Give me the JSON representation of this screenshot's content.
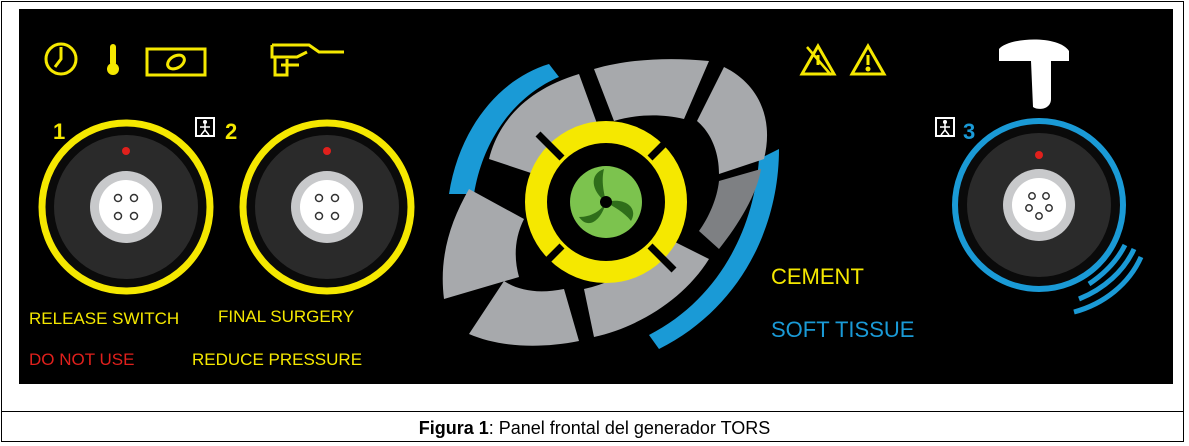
{
  "panel": {
    "port_labels": {
      "port1": "1",
      "port2": "2",
      "port3": "3"
    },
    "left_labels": {
      "release_switch": "RELEASE SWITCH",
      "final_surgery": "FINAL SURGERY",
      "do_not_use": "DO NOT USE",
      "reduce_pressure": "REDUCE PRESSURE"
    },
    "right_labels": {
      "cement": "CEMENT",
      "soft_tissue": "SOFT TISSUE"
    },
    "icons": [
      "clock-icon",
      "thermometer-icon",
      "cartridge-icon",
      "handpiece-icon",
      "warning-crossed-icon",
      "warning-icon",
      "t-logo-icon",
      "patient-icon"
    ],
    "colors": {
      "yellow": "#f5e800",
      "blue": "#1a9ad6",
      "red": "#e0201c",
      "grey": "#a7a9ac",
      "green": "#6dbb45"
    }
  },
  "caption": {
    "label": "Figura 1",
    "text": ": Panel frontal del generador TORS"
  }
}
